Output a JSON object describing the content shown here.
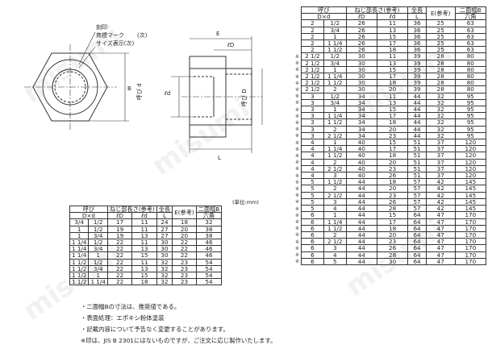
{
  "drawing": {
    "callout_lines": [
      "刻印",
      "商標マーク",
      "(次)",
      "サイズ表示(次)"
    ],
    "dim_E": "E",
    "dim_lD": "ℓD",
    "dim_B": "B",
    "dim_yobi_d": "呼び d",
    "dim_ld": "ℓd",
    "dim_L": "L",
    "dim_yobi_D": "呼び D"
  },
  "small_table": {
    "units": "(単位:mm)",
    "headers": {
      "yobi": "呼び",
      "dxd": "D×d",
      "nejibu": "ねじ部長さ(参考)",
      "zencho": "全長",
      "lD": "ℓD",
      "ld": "ℓd",
      "L": "L",
      "E": "E(参考)",
      "nimen": "二面幅B",
      "rokkaku": "六角"
    },
    "rows": [
      [
        "3/4",
        "1/2",
        "17",
        "11",
        "24",
        "18",
        "32"
      ],
      [
        "1",
        "1/2",
        "19",
        "11",
        "27",
        "20",
        "38"
      ],
      [
        "1",
        "3/4",
        "19",
        "13",
        "27",
        "20",
        "38"
      ],
      [
        "1 1/4",
        "1/2",
        "22",
        "11",
        "30",
        "22",
        "46"
      ],
      [
        "1 1/4",
        "3/4",
        "22",
        "13",
        "30",
        "22",
        "46"
      ],
      [
        "1 1/4",
        "1",
        "22",
        "15",
        "30",
        "22",
        "46"
      ],
      [
        "1 1/2",
        "1/2",
        "22",
        "11",
        "32",
        "23",
        "54"
      ],
      [
        "1 1/2",
        "3/4",
        "22",
        "13",
        "32",
        "23",
        "54"
      ],
      [
        "1 1/2",
        "1",
        "22",
        "15",
        "32",
        "23",
        "54"
      ],
      [
        "1 1/2",
        "1 1/4",
        "22",
        "18",
        "32",
        "23",
        "54"
      ]
    ]
  },
  "big_table": {
    "headers": {
      "yobi": "呼び",
      "dxd": "D×d",
      "nejibu": "ねじ部長さ(参考)",
      "zencho": "全長",
      "lD": "ℓD",
      "ld": "ℓd",
      "L": "L",
      "E": "E(参考)",
      "nimen": "二面幅B",
      "rokkaku": "六角"
    },
    "rows": [
      [
        "2",
        "1/2",
        "26",
        "11",
        "36",
        "25",
        "63"
      ],
      [
        "2",
        "3/4",
        "26",
        "13",
        "36",
        "25",
        "63"
      ],
      [
        "2",
        "1",
        "26",
        "15",
        "36",
        "25",
        "63"
      ],
      [
        "2",
        "1 1/4",
        "26",
        "17",
        "36",
        "25",
        "63"
      ],
      [
        "2",
        "1 1/2",
        "26",
        "18",
        "36",
        "25",
        "63"
      ],
      [
        "2 1/2",
        "1/2",
        "30",
        "11",
        "39",
        "28",
        "80"
      ],
      [
        "2 1/2",
        "3/4",
        "30",
        "13",
        "39",
        "28",
        "80"
      ],
      [
        "2 1/2",
        "1",
        "30",
        "15",
        "39",
        "28",
        "80"
      ],
      [
        "2 1/2",
        "1 1/4",
        "30",
        "17",
        "39",
        "28",
        "80"
      ],
      [
        "2 1/2",
        "1 1/2",
        "30",
        "18",
        "39",
        "28",
        "80"
      ],
      [
        "2 1/2",
        "2",
        "30",
        "20",
        "39",
        "28",
        "80"
      ],
      [
        "3",
        "1/2",
        "34",
        "11",
        "44",
        "32",
        "95"
      ],
      [
        "3",
        "3/4",
        "34",
        "13",
        "44",
        "32",
        "95"
      ],
      [
        "3",
        "1",
        "34",
        "15",
        "44",
        "32",
        "95"
      ],
      [
        "3",
        "1 1/4",
        "34",
        "17",
        "44",
        "32",
        "95"
      ],
      [
        "3",
        "1 1/2",
        "34",
        "18",
        "44",
        "32",
        "95"
      ],
      [
        "3",
        "2",
        "34",
        "20",
        "44",
        "32",
        "95"
      ],
      [
        "3",
        "2 1/2",
        "34",
        "23",
        "44",
        "32",
        "95"
      ],
      [
        "4",
        "1",
        "40",
        "15",
        "51",
        "37",
        "120"
      ],
      [
        "4",
        "1 1/4",
        "40",
        "17",
        "51",
        "37",
        "120"
      ],
      [
        "4",
        "1 1/2",
        "40",
        "18",
        "51",
        "37",
        "120"
      ],
      [
        "4",
        "2",
        "40",
        "20",
        "51",
        "37",
        "120"
      ],
      [
        "4",
        "2 1/2",
        "40",
        "23",
        "51",
        "37",
        "120"
      ],
      [
        "4",
        "3",
        "40",
        "26",
        "51",
        "37",
        "120"
      ],
      [
        "5",
        "1 1/2",
        "44",
        "18",
        "57",
        "42",
        "145"
      ],
      [
        "5",
        "2",
        "44",
        "20",
        "57",
        "42",
        "145"
      ],
      [
        "5",
        "2 1/2",
        "44",
        "23",
        "57",
        "42",
        "145"
      ],
      [
        "5",
        "3",
        "44",
        "26",
        "57",
        "42",
        "145"
      ],
      [
        "5",
        "4",
        "44",
        "28",
        "57",
        "42",
        "145"
      ],
      [
        "6",
        "1",
        "44",
        "15",
        "64",
        "47",
        "170"
      ],
      [
        "6",
        "1 1/4",
        "44",
        "17",
        "64",
        "47",
        "170"
      ],
      [
        "6",
        "1 1/2",
        "44",
        "18",
        "64",
        "47",
        "170"
      ],
      [
        "6",
        "2",
        "44",
        "20",
        "64",
        "47",
        "170"
      ],
      [
        "6",
        "2 1/2",
        "44",
        "23",
        "64",
        "47",
        "170"
      ],
      [
        "6",
        "3",
        "44",
        "26",
        "64",
        "47",
        "170"
      ],
      [
        "6",
        "4",
        "44",
        "28",
        "64",
        "47",
        "170"
      ],
      [
        "6",
        "5",
        "44",
        "30",
        "64",
        "47",
        "170"
      ]
    ],
    "row_marker": "※"
  },
  "notes": [
    "・二面幅Bの寸法は、推奨値である。",
    "・表面処理：エポキシ粉体塗装",
    "・記載内容について予告なく変更することがあります。",
    "※印は、JIS B 2301にはないものですが、ご注文に応じ製作いたします。"
  ],
  "watermark": "misumi",
  "colors": {
    "line": "#333333",
    "text": "#222222",
    "watermark": "#000000"
  }
}
